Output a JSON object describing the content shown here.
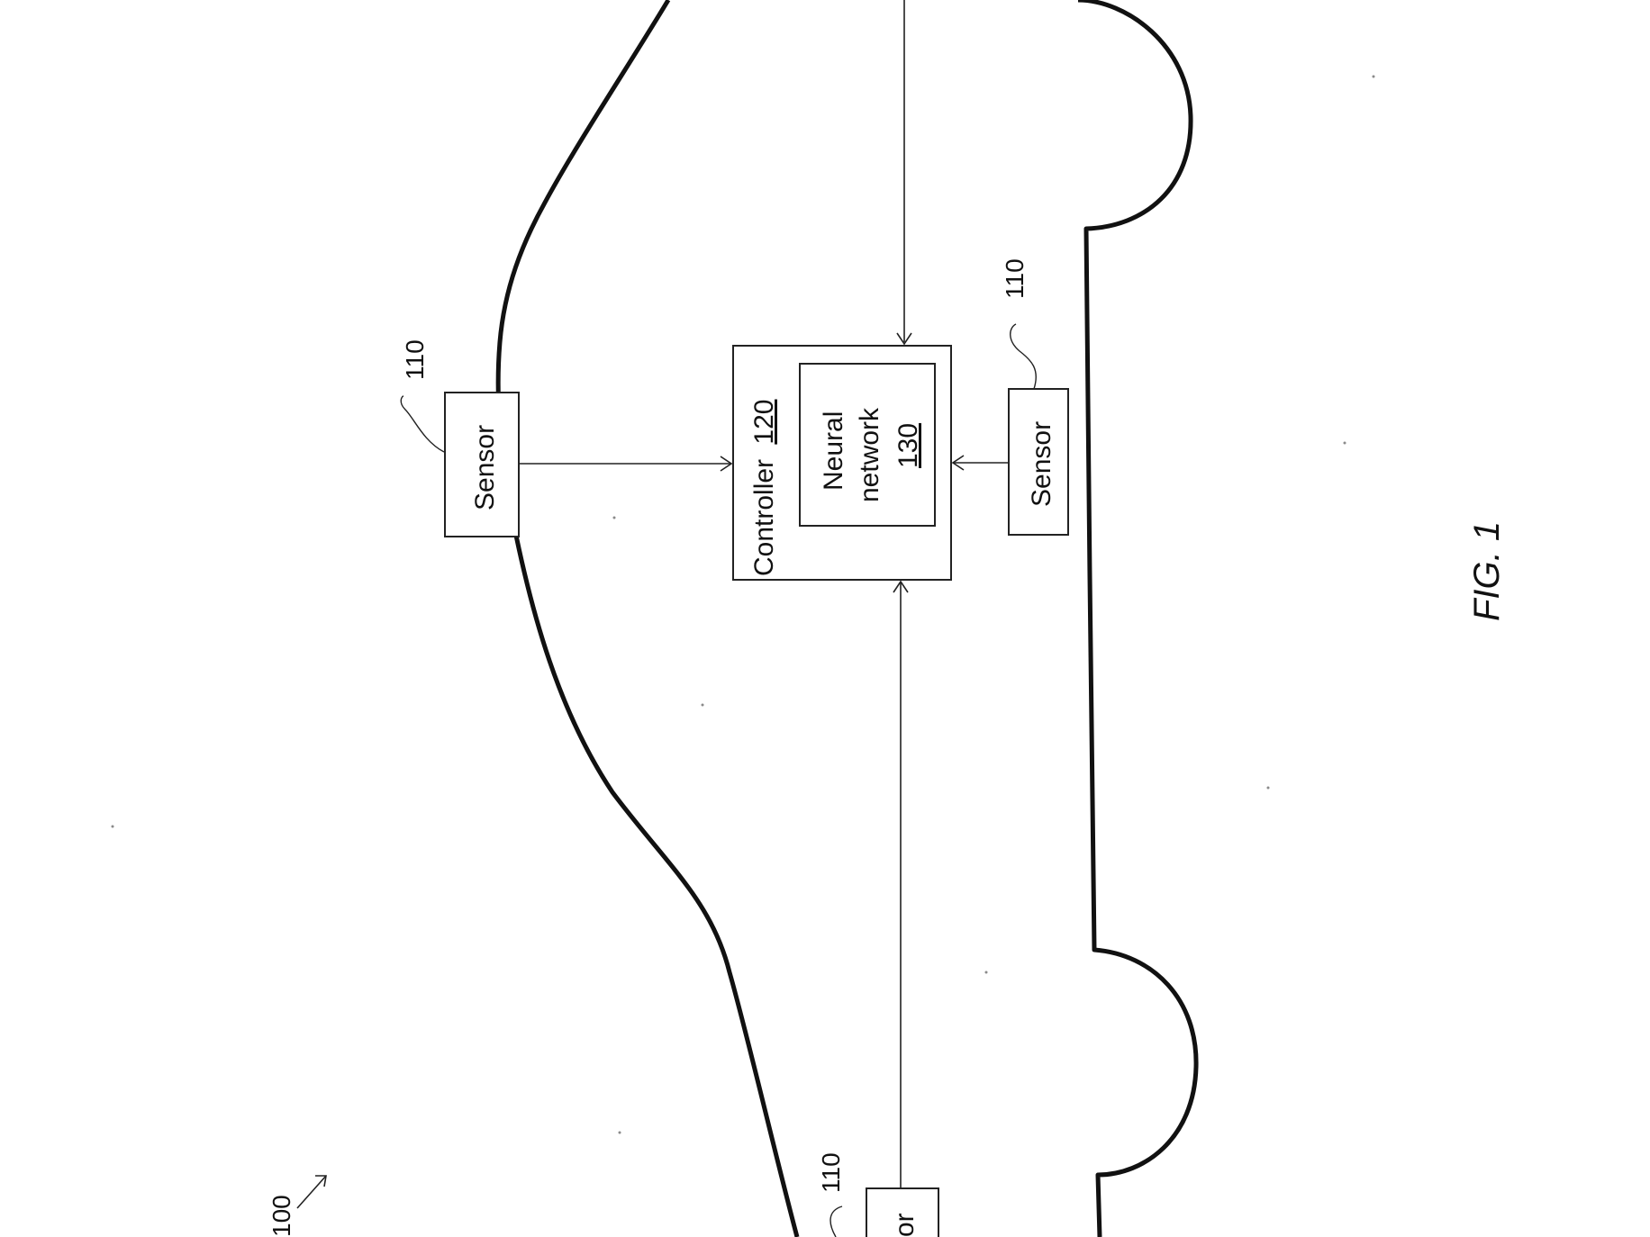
{
  "figure": {
    "caption": "FIG. 1",
    "system_ref": "100"
  },
  "controller": {
    "label": "Controller",
    "ref": "120"
  },
  "neural_network": {
    "line1": "Neural",
    "line2": "network",
    "ref": "130"
  },
  "sensors": [
    {
      "label": "Sensor",
      "ref": "110"
    },
    {
      "label": "Sensor",
      "ref": "110"
    },
    {
      "label": "or",
      "ref": "110"
    }
  ],
  "colors": {
    "ink": "#111111",
    "paper": "#ffffff"
  }
}
